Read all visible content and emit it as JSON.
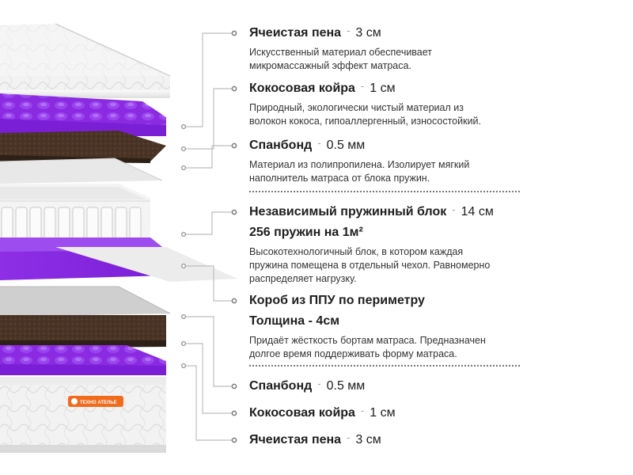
{
  "brand_label": "ТЕХНО АТЕЛЬЕ",
  "colors": {
    "purple": "#8a2be2",
    "coir": "#4a3426",
    "connector": "#bdbdbd"
  },
  "layers": [
    {
      "name": "Ячеистая пена",
      "separator": "-",
      "value": "3 см",
      "description_lines": [
        "Искусственный материал обеспечивает",
        "микромассажный эффект матраса."
      ]
    },
    {
      "name": "Кокосовая койра",
      "separator": "-",
      "value": "1 см",
      "description_lines": [
        "Природный, экологически чистый материал из",
        "волокон кокоса, гипоаллергенный, износостойкий."
      ]
    },
    {
      "name": "Спанбонд",
      "separator": "-",
      "value": "0.5 мм",
      "description_lines": [
        "Материал из полипропилена. Изолирует мягкий",
        "наполнитель матраса от блока пружин."
      ]
    },
    {
      "name": "Независимый пружинный блок",
      "separator": "-",
      "value": "14 см",
      "subtitle": "256 пружин на 1м²",
      "description_lines": [
        "Высокотехнологичный блок, в котором каждая",
        "пружина помещена в отдельный чехол. Равномерно",
        "распределяет нагрузку."
      ]
    },
    {
      "name": "Короб из ППУ по периметру",
      "subtitle": "Толщина - 4см",
      "description_lines": [
        "Придаёт жёсткость бортам матраса. Предназначен",
        "долгое время поддерживать форму матраса."
      ]
    },
    {
      "name": "Спанбонд",
      "separator": "-",
      "value": "0.5 мм"
    },
    {
      "name": "Кокосовая койра",
      "separator": "-",
      "value": "1 см"
    },
    {
      "name": "Ячеистая пена",
      "separator": "-",
      "value": "3 см"
    }
  ]
}
